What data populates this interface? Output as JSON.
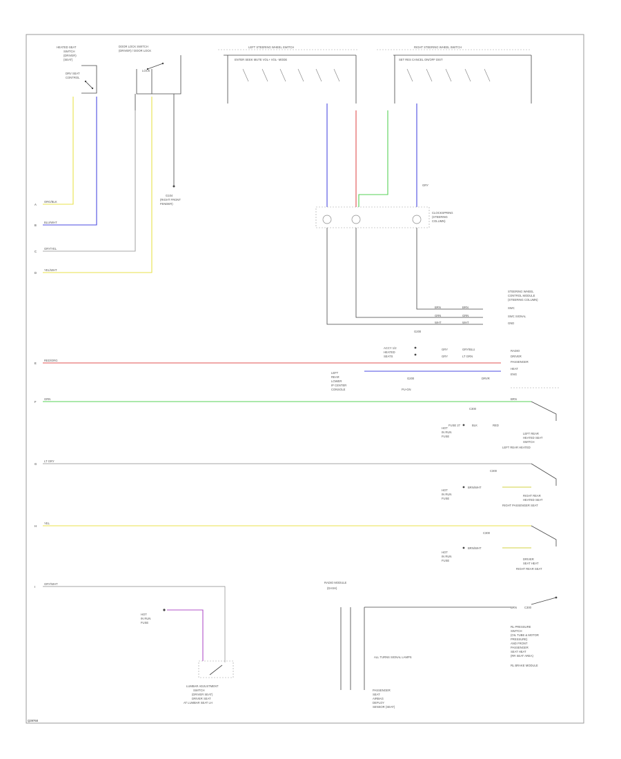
{
  "diagram": {
    "footer_code": "Q39768",
    "left_terminals": [
      "A",
      "B",
      "C",
      "D",
      "E",
      "F",
      "G",
      "H",
      "I"
    ],
    "wire_colors": {
      "yellow": "#e8e24a",
      "blue": "#4a4ae0",
      "red": "#e05050",
      "green": "#55d055",
      "purple": "#b050c8",
      "gray": "#9a9a9a",
      "orange": "#e0a050",
      "yellow_green": "#d0d040"
    }
  }
}
